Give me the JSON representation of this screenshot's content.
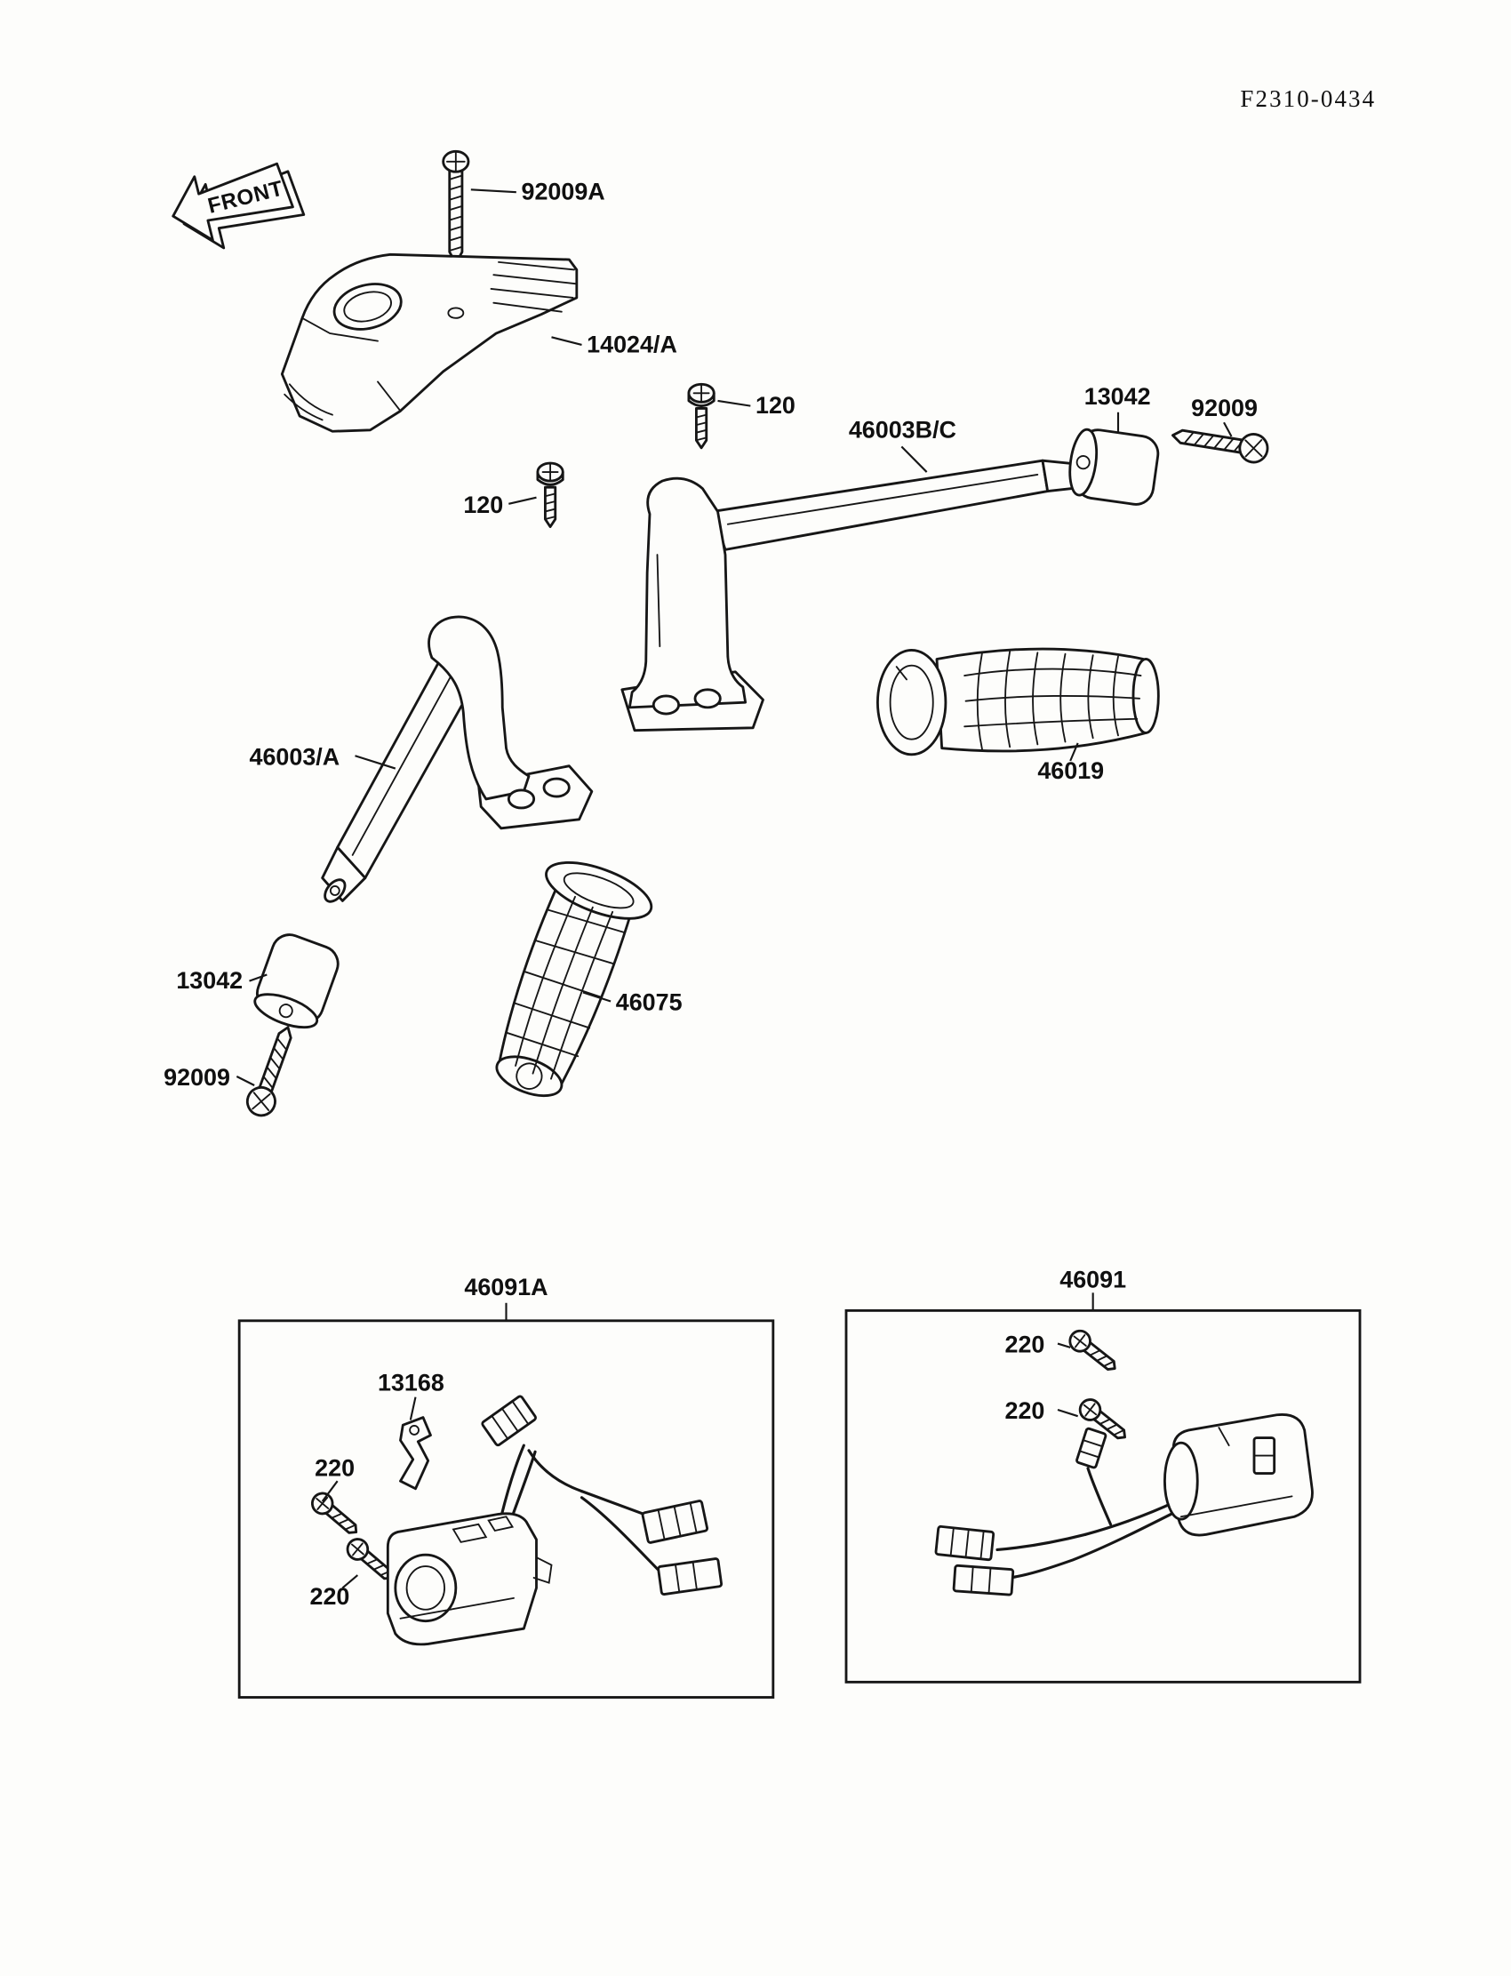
{
  "figure": {
    "code": "F2310-0434",
    "front_arrow_label": "FRONT"
  },
  "callouts": {
    "screw_92009a": "92009A",
    "holder_14024": "14024/A",
    "bolt_120_right": "120",
    "bolt_120_left": "120",
    "handlebar_right": "46003B/C",
    "weight_right": "13042",
    "screw_right": "92009",
    "throttle_grip": "46019",
    "handlebar_left": "46003/A",
    "weight_left": "13042",
    "screw_left": "92009",
    "left_grip": "46075",
    "switch_assembly_left": "46091A",
    "switch_assembly_right": "46091",
    "clamp": "13168",
    "screw_220_left_upper": "220",
    "screw_220_left_lower": "220",
    "screw_220_right_upper": "220",
    "screw_220_right_lower": "220"
  },
  "colors": {
    "ink": "#161616",
    "paper": "#fdfdfb"
  }
}
